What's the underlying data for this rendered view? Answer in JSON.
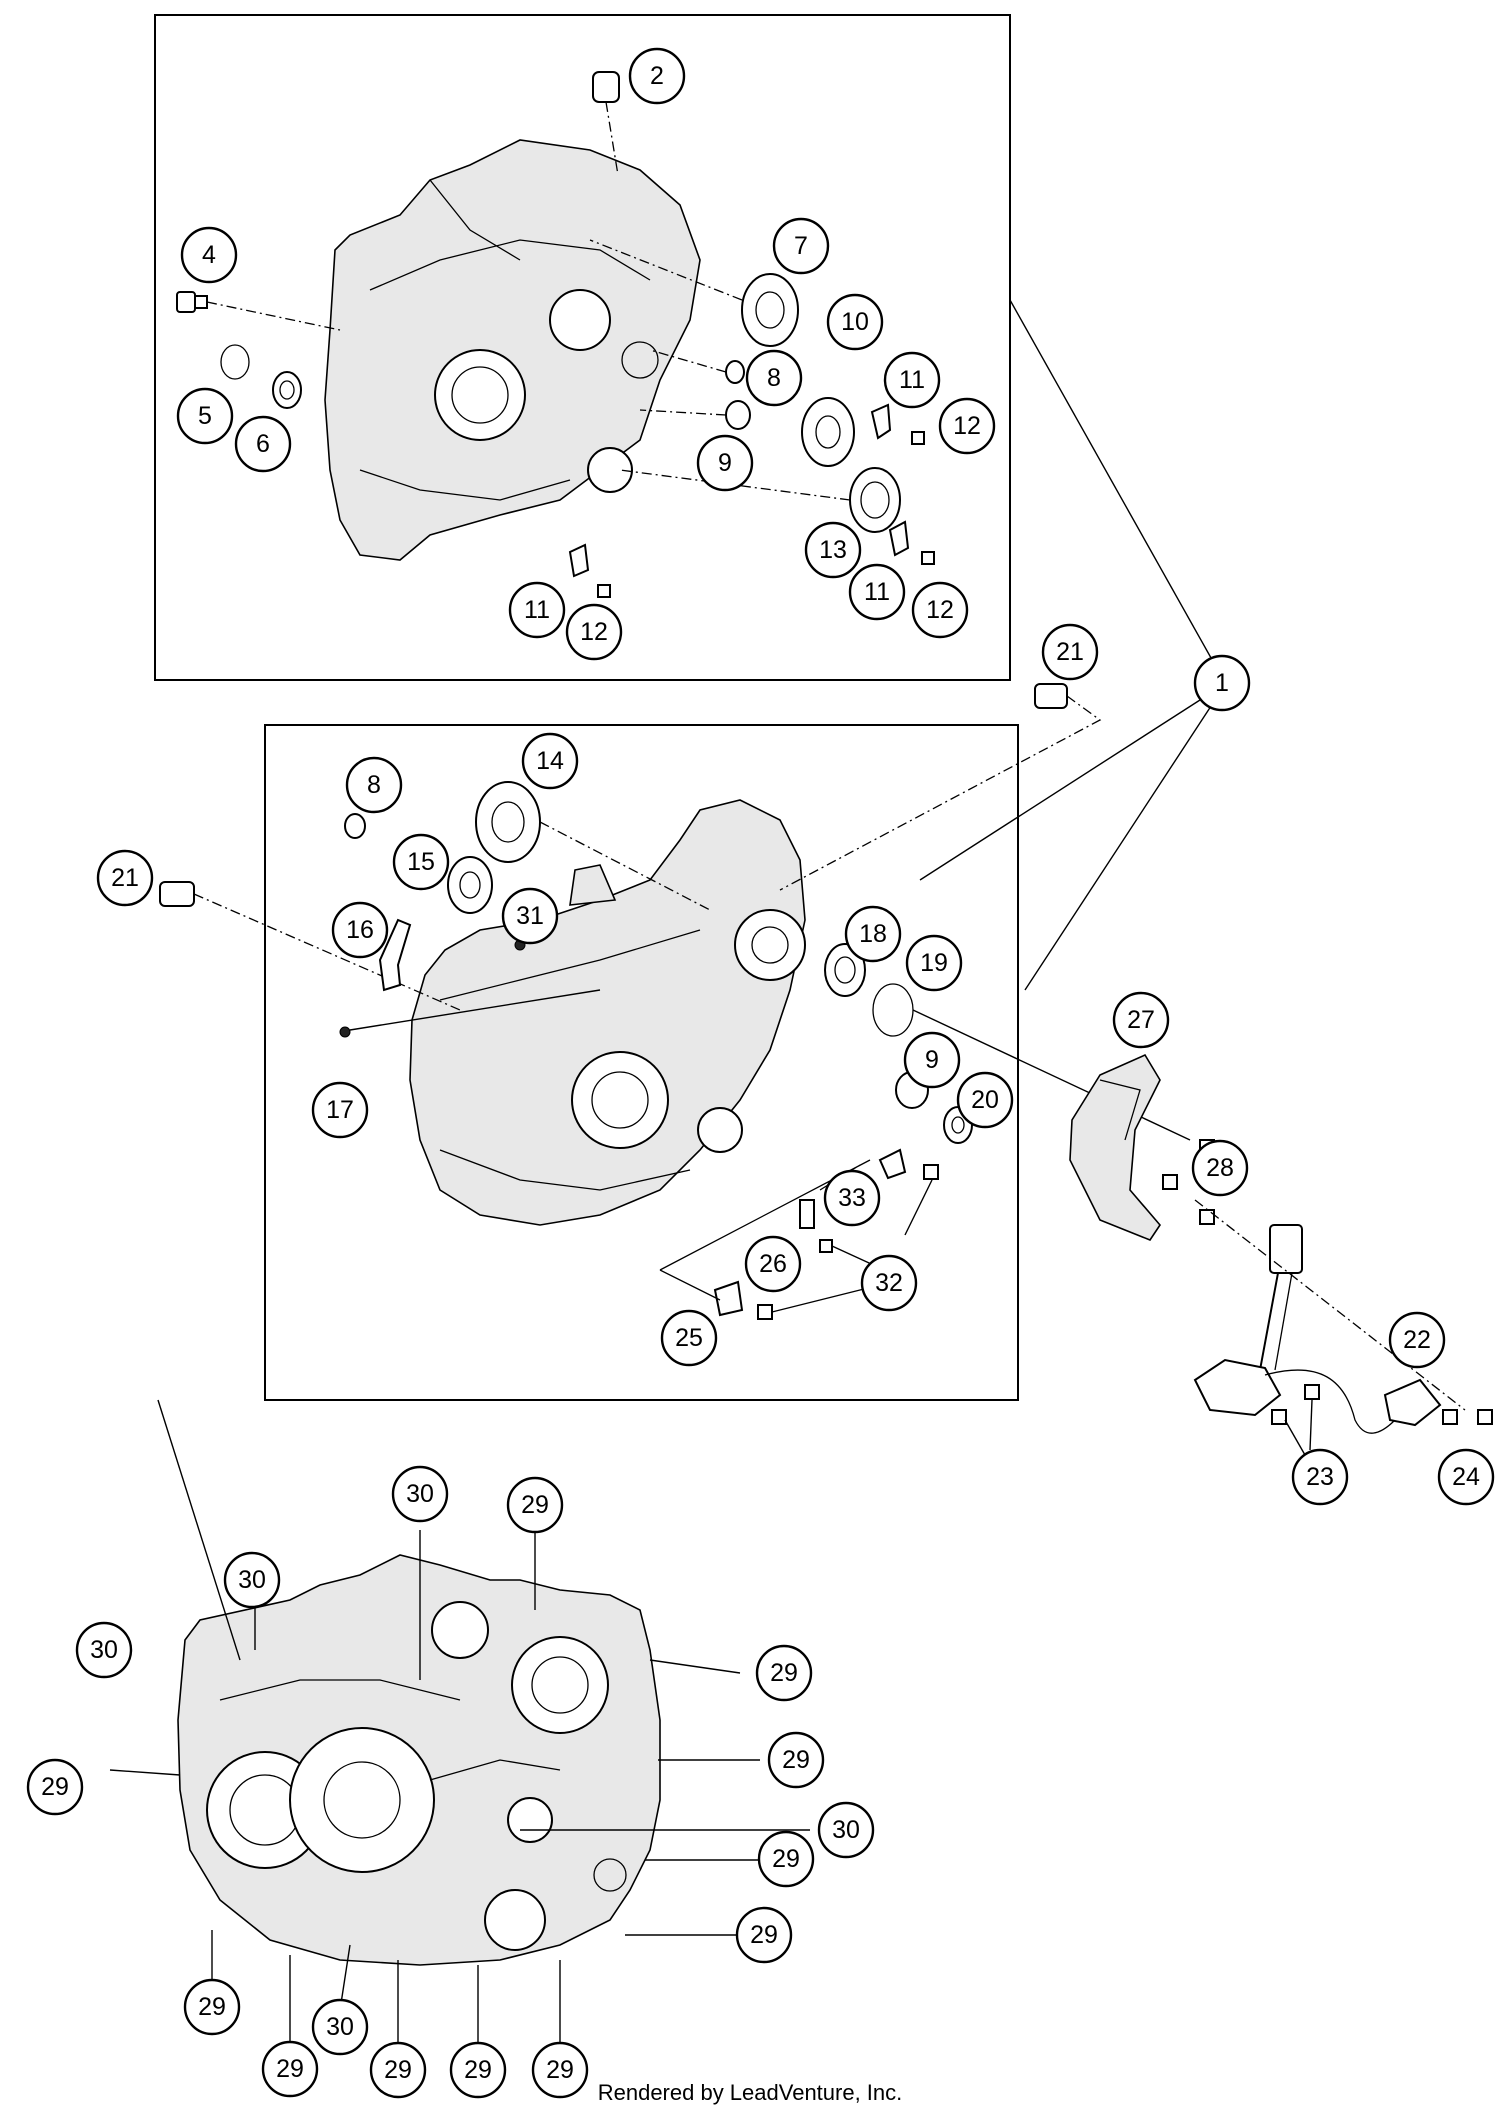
{
  "footer": "Rendered by LeadVenture, Inc.",
  "callouts": {
    "c1": "1",
    "c2": "2",
    "c4": "4",
    "c5": "5",
    "c6": "6",
    "c7": "7",
    "c8a": "8",
    "c8b": "8",
    "c9a": "9",
    "c9b": "9",
    "c10": "10",
    "c11a": "11",
    "c11b": "11",
    "c11c": "11",
    "c12a": "12",
    "c12b": "12",
    "c12c": "12",
    "c13": "13",
    "c14": "14",
    "c15": "15",
    "c16": "16",
    "c17": "17",
    "c18": "18",
    "c19": "19",
    "c20": "20",
    "c21a": "21",
    "c21b": "21",
    "c22": "22",
    "c23": "23",
    "c24": "24",
    "c25": "25",
    "c26": "26",
    "c27": "27",
    "c28": "28",
    "c31": "31",
    "c32": "32",
    "c33": "33",
    "c29a": "29",
    "c29b": "29",
    "c29c": "29",
    "c29d": "29",
    "c29e": "29",
    "c29f": "29",
    "c29g": "29",
    "c29h": "29",
    "c29i": "29",
    "c29j": "29",
    "c29k": "29",
    "c30a": "30",
    "c30b": "30",
    "c30c": "30",
    "c30d": "30",
    "c30e": "30"
  }
}
